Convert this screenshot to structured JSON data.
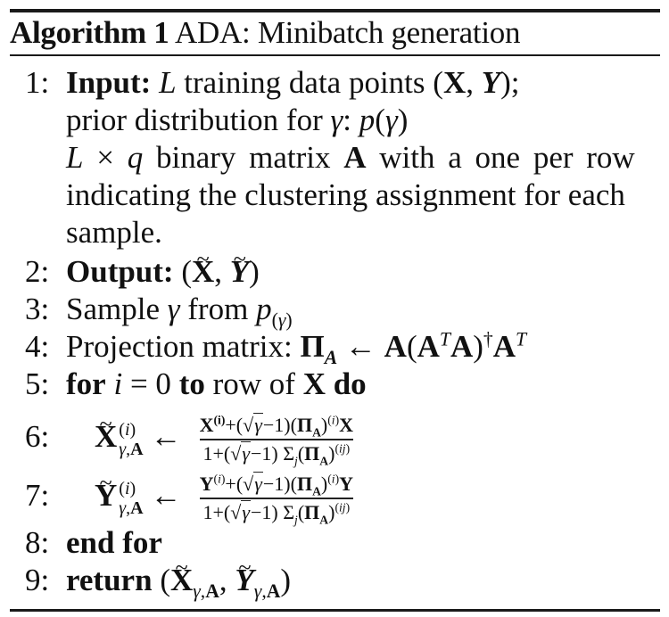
{
  "caption": {
    "label": "Algorithm 1",
    "title": "ADA: Minibatch generation"
  },
  "lines": [
    {
      "num": "1:",
      "keyword": "Input:",
      "text": "L training data points (X, Y);"
    },
    {
      "num": "",
      "text": "prior distribution for γ: p(γ)"
    },
    {
      "num": "",
      "text": "L × q binary matrix A with a one per row"
    },
    {
      "num": "",
      "text": "indicating the clustering assignment for each"
    },
    {
      "num": "",
      "text": "sample."
    },
    {
      "num": "2:",
      "keyword": "Output:",
      "text": "(X̃, Ỹ)"
    },
    {
      "num": "3:",
      "text": "Sample γ from p(γ)"
    },
    {
      "num": "4:",
      "text": "Projection matrix: Π_A ← A(AᵀA)†Aᵀ"
    },
    {
      "num": "5:",
      "text": "for i = 0 to row of X do"
    },
    {
      "num": "6:",
      "lhs": "X̃^(i)_{γ,A}",
      "numerator": "X^(i)+(√γ−1)(Π_A)^(i)X",
      "denominator": "1+(√γ−1)Σ_j(Π_A)^(ij)"
    },
    {
      "num": "7:",
      "lhs": "Ỹ^(i)_{γ,A}",
      "numerator": "Y^(i)+(√γ−1)(Π_A)^(i)Y",
      "denominator": "1+(√γ−1)Σ_j(Π_A)^(ij)"
    },
    {
      "num": "8:",
      "keyword": "end for"
    },
    {
      "num": "9:",
      "keyword": "return",
      "text": "(X̃_{γ,A}, Ỹ_{γ,A})"
    }
  ],
  "keywords": {
    "input": "Input:",
    "output": "Output:",
    "for": "for",
    "to": "to",
    "do": "do",
    "end_for": "end for",
    "return": "return"
  },
  "words": {
    "training": "training data points",
    "prior": "prior distribution for",
    "binary": "binary matrix",
    "with": "with a one per row",
    "indicating": "indicating the clustering assignment for each",
    "sample_dot": "sample.",
    "sample": "Sample",
    "from": "from",
    "projection": "Projection matrix:",
    "row_of": "row of"
  },
  "nums": [
    "1:",
    "2:",
    "3:",
    "4:",
    "5:",
    "6:",
    "7:",
    "8:",
    "9:"
  ]
}
